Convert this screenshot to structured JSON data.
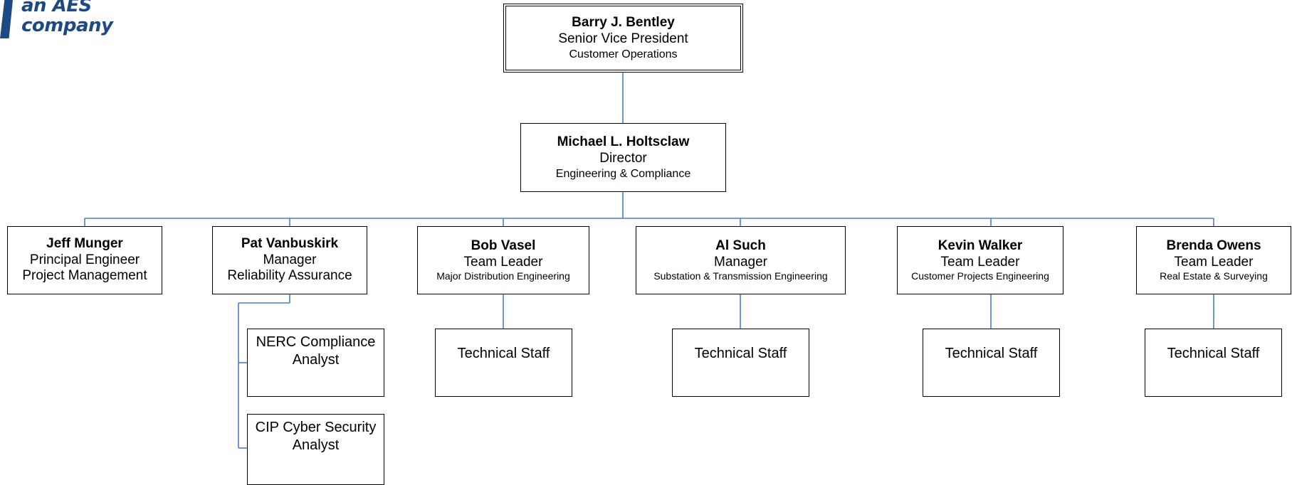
{
  "logo": {
    "line1": "an AES",
    "line2": "company",
    "color": "#1d4a86"
  },
  "connector_color": "#4a7ec4",
  "svp": {
    "name": "Barry J. Bentley",
    "title": "Senior Vice President",
    "dept": "Customer Operations"
  },
  "director": {
    "name": "Michael L. Holtsclaw",
    "title": "Director",
    "dept": "Engineering & Compliance"
  },
  "reports": [
    {
      "name": "Jeff Munger",
      "title": "Principal Engineer",
      "dept": "Project Management"
    },
    {
      "name": "Pat Vanbuskirk",
      "title": "Manager",
      "dept": "Reliability Assurance"
    },
    {
      "name": "Bob Vasel",
      "title": "Team Leader",
      "dept": "Major Distribution Engineering"
    },
    {
      "name": "Al Such",
      "title": "Manager",
      "dept": "Substation & Transmission Engineering"
    },
    {
      "name": "Kevin Walker",
      "title": "Team Leader",
      "dept": "Customer Projects Engineering"
    },
    {
      "name": "Brenda Owens",
      "title": "Team Leader",
      "dept": "Real Estate & Surveying"
    }
  ],
  "analysts": [
    {
      "line1": "NERC Compliance",
      "line2": "Analyst"
    },
    {
      "line1": "CIP Cyber Security",
      "line2": "Analyst"
    }
  ],
  "staff_label": "Technical Staff"
}
